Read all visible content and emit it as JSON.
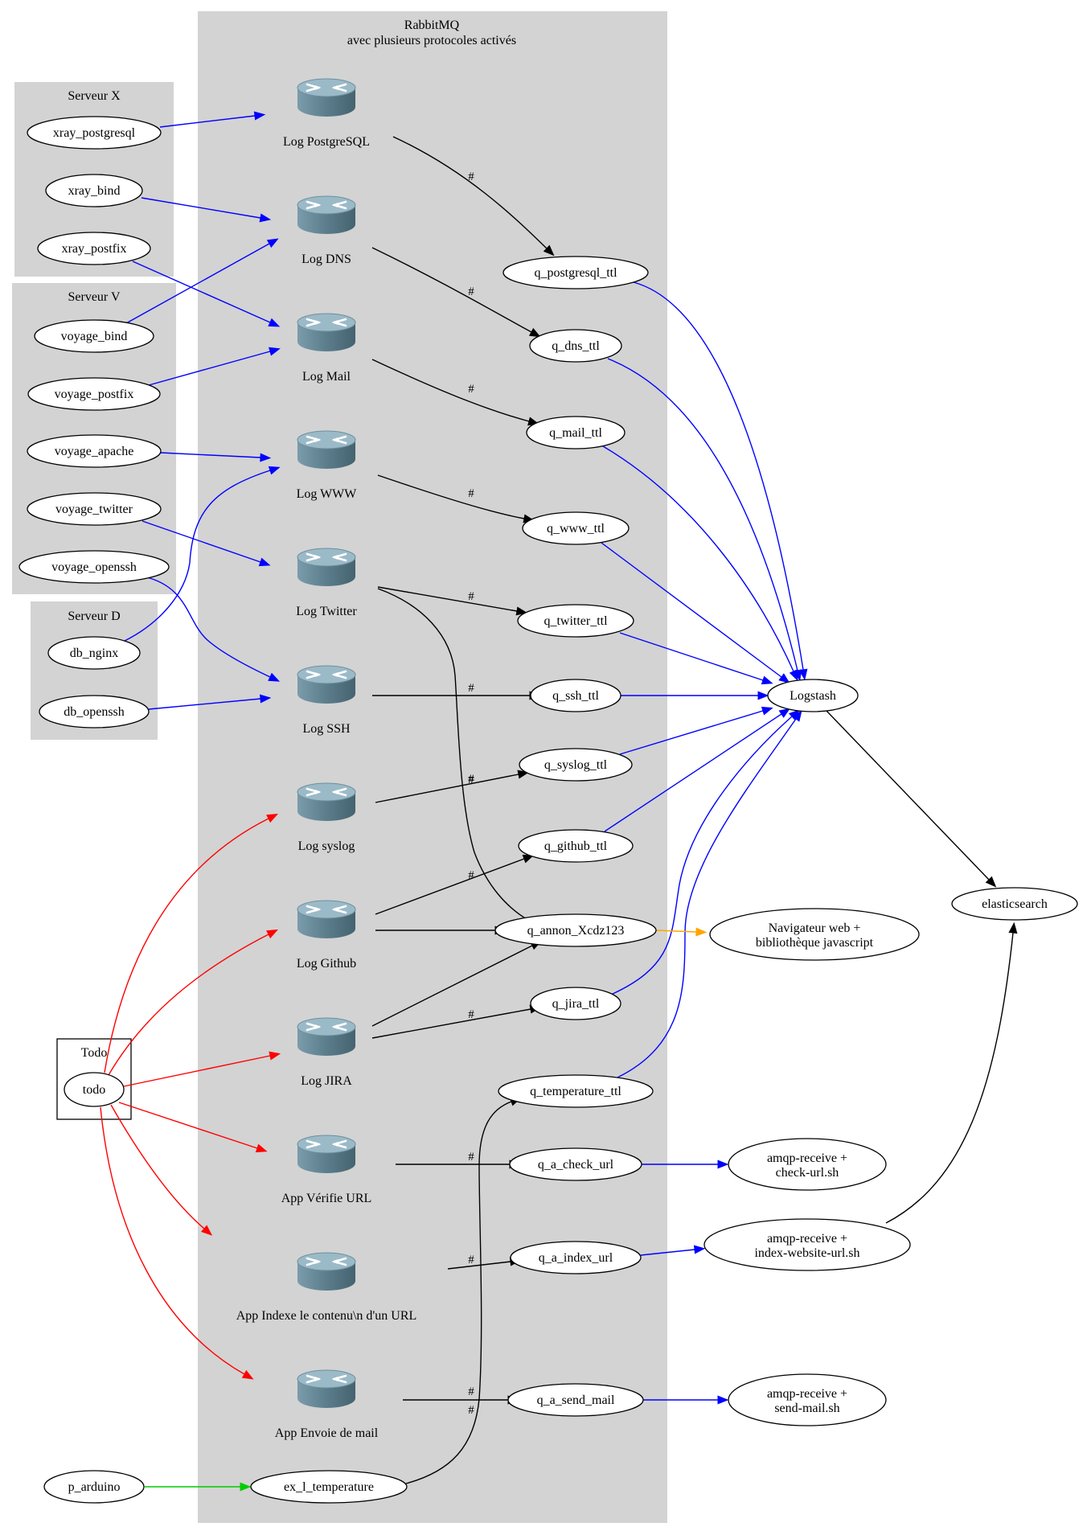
{
  "colors": {
    "cluster_fill": "#d3d3d3",
    "publish_edge": "#0000ff",
    "binding_edge": "#000000",
    "todo_edge": "#ff0000",
    "arduino_edge": "#00cc00",
    "web_edge": "#ffa500",
    "router_body": "#5f7f8e",
    "router_top": "#8fb0bf"
  },
  "clusters": {
    "rabbitmq": {
      "title_line1": "RabbitMQ",
      "title_line2": "avec plusieurs protocoles activés"
    },
    "serveur_x": {
      "title": "Serveur X"
    },
    "serveur_v": {
      "title": "Serveur V"
    },
    "serveur_d": {
      "title": "Serveur D"
    },
    "todo": {
      "title": "Todo"
    }
  },
  "sources": {
    "xray_postgresql": "xray_postgresql",
    "xray_bind": "xray_bind",
    "xray_postfix": "xray_postfix",
    "voyage_bind": "voyage_bind",
    "voyage_postfix": "voyage_postfix",
    "voyage_apache": "voyage_apache",
    "voyage_twitter": "voyage_twitter",
    "voyage_openssh": "voyage_openssh",
    "db_nginx": "db_nginx",
    "db_openssh": "db_openssh",
    "todo": "todo",
    "p_arduino": "p_arduino"
  },
  "exchanges": {
    "log_postgresql": "Log PostgreSQL",
    "log_dns": "Log DNS",
    "log_mail": "Log Mail",
    "log_www": "Log WWW",
    "log_twitter": "Log Twitter",
    "log_ssh": "Log SSH",
    "log_syslog": "Log syslog",
    "log_github": "Log Github",
    "log_jira": "Log JIRA",
    "app_verifie_url": "App Vérifie URL",
    "app_indexe": "App Indexe le contenu\\n d'un URL",
    "app_envoie_mail": "App Envoie de mail",
    "ex_l_temperature": "ex_l_temperature"
  },
  "queues": {
    "q_postgresql_ttl": "q_postgresql_ttl",
    "q_dns_ttl": "q_dns_ttl",
    "q_mail_ttl": "q_mail_ttl",
    "q_www_ttl": "q_www_ttl",
    "q_twitter_ttl": "q_twitter_ttl",
    "q_ssh_ttl": "q_ssh_ttl",
    "q_syslog_ttl": "q_syslog_ttl",
    "q_github_ttl": "q_github_ttl",
    "q_annon_xcdz123": "q_annon_Xcdz123",
    "q_jira_ttl": "q_jira_ttl",
    "q_temperature_ttl": "q_temperature_ttl",
    "q_a_check_url": "q_a_check_url",
    "q_a_index_url": "q_a_index_url",
    "q_a_send_mail": "q_a_send_mail"
  },
  "consumers": {
    "logstash": "Logstash",
    "elasticsearch": "elasticsearch",
    "navigateur_line1": "Navigateur web +",
    "navigateur_line2": "bibliothèque javascript",
    "check_url_line1": "amqp-receive +",
    "check_url_line2": "check-url.sh",
    "index_url_line1": "amqp-receive +",
    "index_url_line2": "index-website-url.sh",
    "send_mail_line1": "amqp-receive +",
    "send_mail_line2": "send-mail.sh"
  },
  "routing_key": "#"
}
